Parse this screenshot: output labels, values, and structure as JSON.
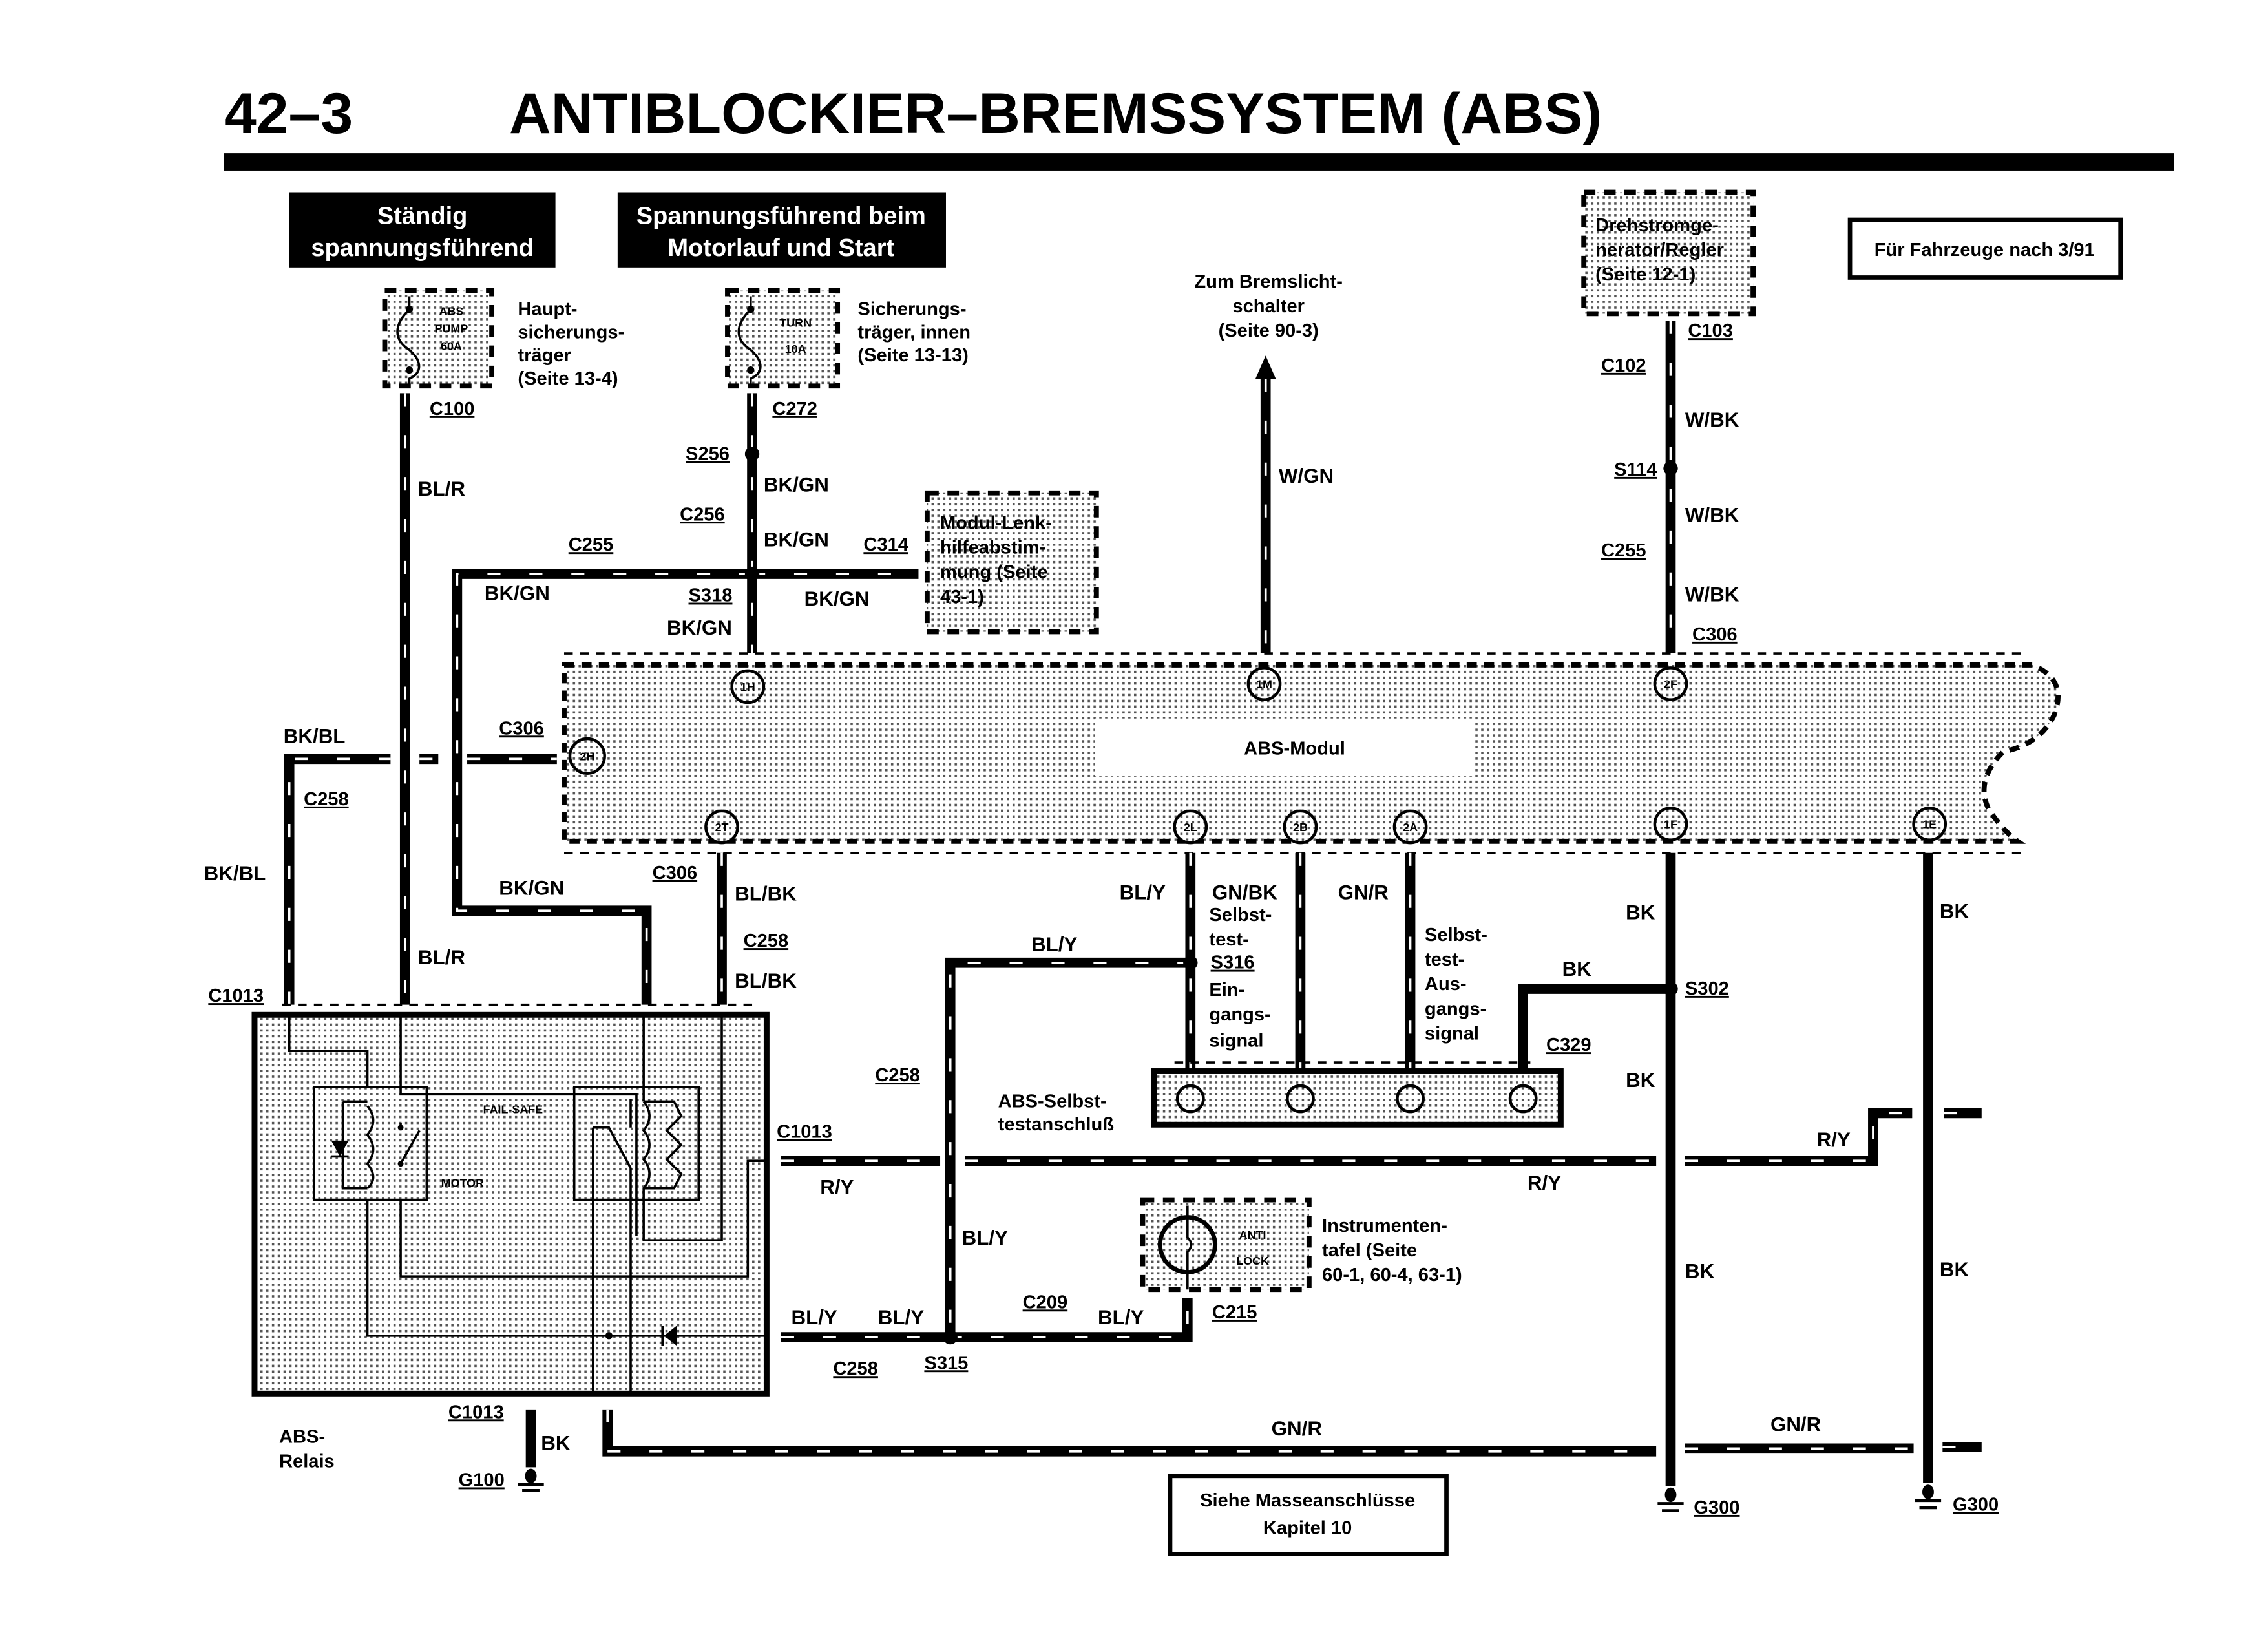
{
  "page": {
    "number": "42–3",
    "title": "ANTIBLOCKIER–BREMSSYSTEM (ABS)",
    "vehicle_note": "Für Fahrzeuge nach 3/91"
  },
  "power_headers": {
    "always_hot": [
      "Ständig",
      "spannungsführend"
    ],
    "run_start": [
      "Spannungsführend beim",
      "Motorlauf und Start"
    ]
  },
  "fuses": {
    "abs_pump": {
      "label": [
        "ABS",
        "PUMP",
        "60A"
      ],
      "desc": [
        "Haupt-",
        "sicherungs-",
        "träger",
        "(Seite 13-4)"
      ],
      "connector": "C100"
    },
    "turn": {
      "label": [
        "TURN",
        "10A"
      ],
      "desc": [
        "Sicherungs-",
        "träger, innen",
        "(Seite 13-13)"
      ],
      "connector": "C272"
    }
  },
  "components": {
    "steering_module": [
      "Modul-Lenk-",
      "hilfeabstim-",
      "mung (Seite",
      "43-1)"
    ],
    "brake_switch": [
      "Zum Bremslicht-",
      "schalter",
      "(Seite 90-3)"
    ],
    "alternator": [
      "Drehstromge-",
      "nerator/Regler",
      "(Seite 12-1)"
    ],
    "abs_module": "ABS-Modul",
    "abs_relay": [
      "ABS-",
      "Relais"
    ],
    "relay_motor": "MOTOR",
    "relay_failsafe": "FAIL-SAFE",
    "self_test_connector": [
      "ABS-Selbst-",
      "testanschluß"
    ],
    "self_test_input": [
      "Selbst-",
      "test-",
      "Ein-",
      "gangs-",
      "signal"
    ],
    "self_test_output": [
      "Selbst-",
      "test-",
      "Aus-",
      "gangs-",
      "signal"
    ],
    "warning_lamp": [
      "ANTI",
      "LOCK"
    ],
    "instrument_panel": [
      "Instrumenten-",
      "tafel (Seite",
      "60-1, 60-4, 63-1)"
    ],
    "ground_note": [
      "Siehe Masseanschlüsse",
      "Kapitel 10"
    ]
  },
  "module_pins": [
    "1H",
    "1M",
    "2F",
    "2H",
    "2T",
    "2L",
    "2B",
    "2A",
    "1F",
    "1E"
  ],
  "wire_colors": {
    "bl_r": "BL/R",
    "bk_gn": "BK/GN",
    "w_gn": "W/GN",
    "w_bk": "W/BK",
    "bk_bl": "BK/BL",
    "bl_bk": "BL/BK",
    "bl_y": "BL/Y",
    "gn_bk": "GN/BK",
    "gn_r": "GN/R",
    "r_y": "R/Y",
    "bk": "BK"
  },
  "connectors": {
    "c100": "C100",
    "c272": "C272",
    "s256": "S256",
    "c256": "C256",
    "c255": "C255",
    "s318": "S318",
    "c314": "C314",
    "c103": "C103",
    "c102": "C102",
    "s114": "S114",
    "c306": "C306",
    "c258": "C258",
    "c1013": "C1013",
    "s316": "S316",
    "c329": "C329",
    "s302": "S302",
    "c209": "C209",
    "c215": "C215",
    "s315": "S315",
    "g100": "G100",
    "g300": "G300"
  }
}
